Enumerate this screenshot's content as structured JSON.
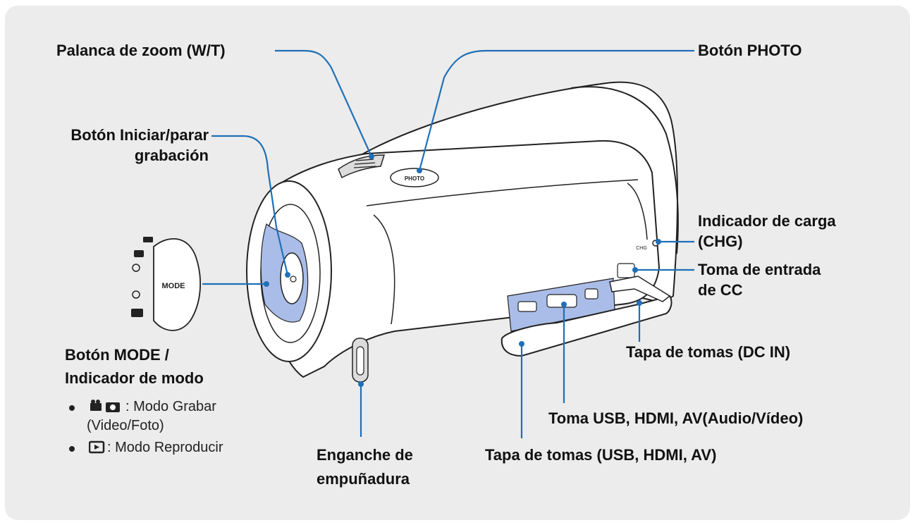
{
  "labels": {
    "zoom_lever": "Palanca de zoom (W/T)",
    "photo_button": "Botón PHOTO",
    "start_stop_line1": "Botón Iniciar/parar",
    "start_stop_line2": "grabación",
    "charge_indicator_line1": "Indicador de carga",
    "charge_indicator_line2": "(CHG)",
    "dc_in_jack_line1": "Toma de entrada",
    "dc_in_jack_line2": "de CC",
    "jack_cover_dc": "Tapa de tomas (DC IN)",
    "mode_button_line1": "Botón MODE /",
    "mode_button_line2": "Indicador de modo",
    "usb_hdmi_av_jack": "Toma USB, HDMI, AV(Audio/Vídeo)",
    "jack_cover_usb": "Tapa de tomas (USB, HDMI, AV)",
    "grip_hook_line1": "Enganche de",
    "grip_hook_line2": "empuñadura"
  },
  "mode_items": [
    {
      "text_line1": ": Modo Grabar",
      "text_line2": "(Video/Foto)"
    },
    {
      "text_line1": ": Modo Reproducir"
    }
  ],
  "device_prints": {
    "photo": "PHOTO",
    "mode": "MODE",
    "chg": "CHG"
  },
  "colors": {
    "leader_line": "#1f6fb8",
    "highlight": "#aabde8",
    "panel": "#ececec"
  }
}
